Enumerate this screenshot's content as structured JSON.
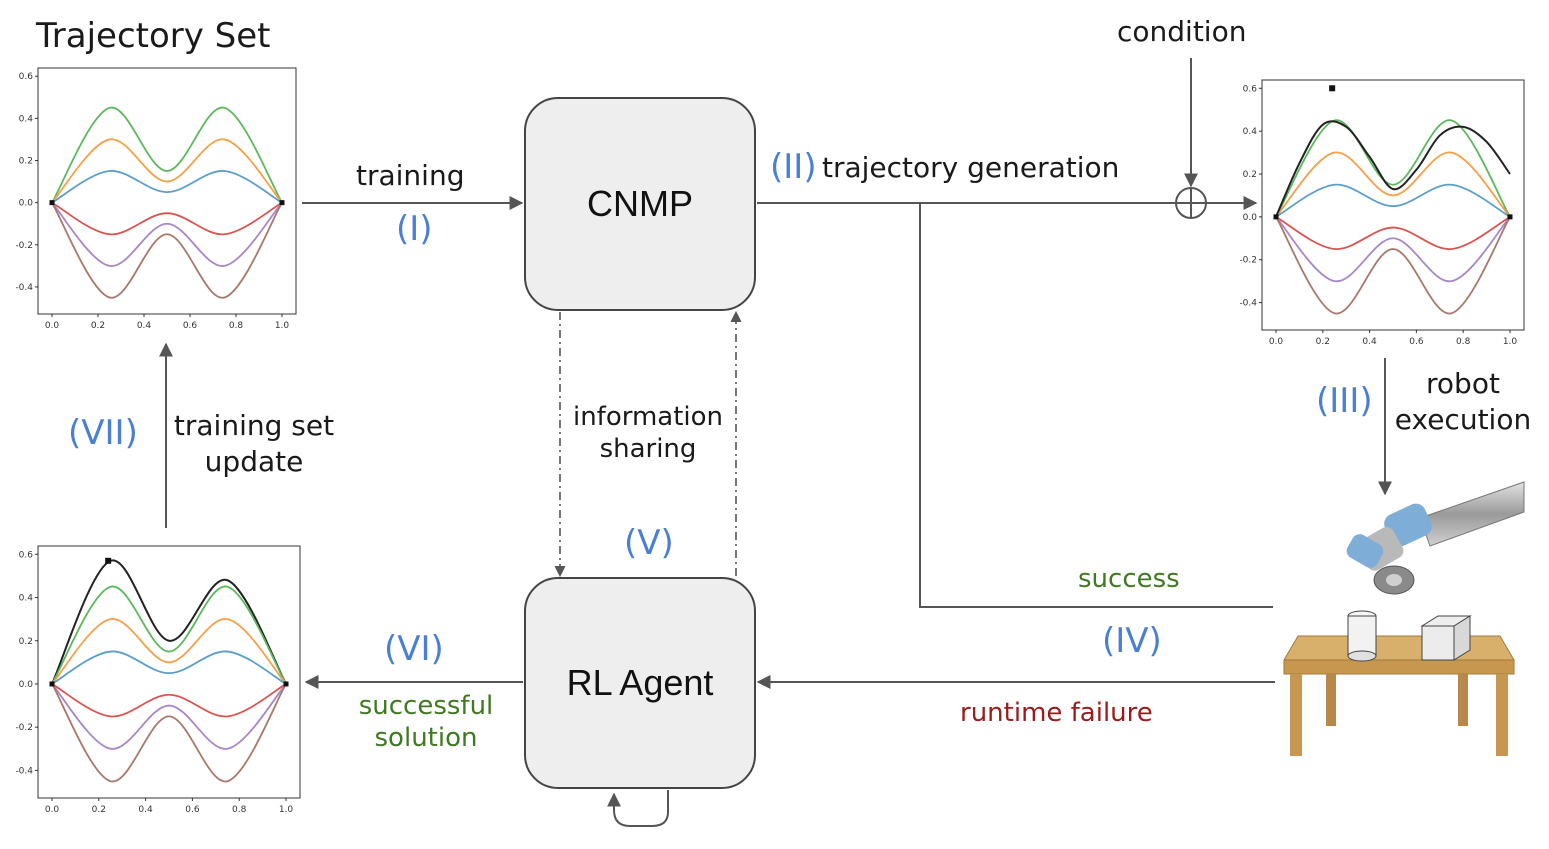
{
  "title": "Trajectory Set",
  "nodes": {
    "cnmp": "CNMP",
    "rl_agent": "RL Agent"
  },
  "labels": {
    "training": "training",
    "step_1": "(I)",
    "step_2": "(II)",
    "trajectory_generation": "trajectory generation",
    "condition": "condition",
    "step_3": "(III)",
    "robot_execution_1": "robot",
    "robot_execution_2": "execution",
    "information_sharing_1": "information",
    "information_sharing_2": "sharing",
    "step_5": "(V)",
    "success": "success",
    "step_4": "(IV)",
    "runtime_failure": "runtime failure",
    "step_6": "(VI)",
    "successful_solution_1": "successful",
    "successful_solution_2": "solution",
    "step_7": "(VII)",
    "training_set_update_1": "training set",
    "training_set_update_2": "update"
  },
  "colors": {
    "step_label": "#4a7fd4",
    "success": "#3f7a22",
    "failure": "#9a1c1c",
    "arrow": "#555555",
    "box_fill": "#eeeeee"
  },
  "chart_data": [
    {
      "type": "line",
      "x": [
        0.0,
        0.25,
        0.5,
        0.75,
        1.0
      ],
      "xticks": [
        "0.0",
        "0.2",
        "0.4",
        "0.6",
        "0.8",
        "1.0"
      ],
      "yticks": [
        "0.6",
        "0.4",
        "0.2",
        "0.0",
        "-0.2",
        "-0.4"
      ],
      "xlim": [
        0,
        1
      ],
      "ylim": [
        -0.5,
        0.62
      ],
      "series": [
        {
          "color": "#5bb85b",
          "values": [
            0.0,
            0.45,
            0.15,
            0.45,
            0.0
          ]
        },
        {
          "color": "#f5a04a",
          "values": [
            0.0,
            0.3,
            0.1,
            0.3,
            0.0
          ]
        },
        {
          "color": "#5a9ec9",
          "values": [
            0.0,
            0.15,
            0.05,
            0.15,
            0.0
          ]
        },
        {
          "color": "#d9534f",
          "values": [
            0.0,
            -0.15,
            -0.05,
            -0.15,
            0.0
          ]
        },
        {
          "color": "#a886c8",
          "values": [
            0.0,
            -0.3,
            -0.1,
            -0.3,
            0.0
          ]
        },
        {
          "color": "#a9786a",
          "values": [
            0.0,
            -0.45,
            -0.15,
            -0.45,
            0.0
          ]
        }
      ]
    },
    {
      "type": "line",
      "x": [
        0.0,
        0.25,
        0.5,
        0.75,
        1.0
      ],
      "xticks": [
        "0.0",
        "0.2",
        "0.4",
        "0.6",
        "0.8",
        "1.0"
      ],
      "yticks": [
        "0.6",
        "0.4",
        "0.2",
        "0.0",
        "-0.2",
        "-0.4"
      ],
      "xlim": [
        0,
        1
      ],
      "ylim": [
        -0.5,
        0.62
      ],
      "condition_point": [
        0.24,
        0.6
      ],
      "series": [
        {
          "color": "#5bb85b",
          "values": [
            0.0,
            0.45,
            0.15,
            0.45,
            0.0
          ]
        },
        {
          "color": "#f5a04a",
          "values": [
            0.0,
            0.3,
            0.1,
            0.3,
            0.0
          ]
        },
        {
          "color": "#5a9ec9",
          "values": [
            0.0,
            0.15,
            0.05,
            0.15,
            0.0
          ]
        },
        {
          "color": "#d9534f",
          "values": [
            0.0,
            -0.15,
            -0.05,
            -0.15,
            0.0
          ]
        },
        {
          "color": "#a886c8",
          "values": [
            0.0,
            -0.3,
            -0.1,
            -0.3,
            0.0
          ]
        },
        {
          "color": "#a9786a",
          "values": [
            0.0,
            -0.45,
            -0.15,
            -0.45,
            0.0
          ]
        },
        {
          "color": "#222222",
          "generated": true,
          "x": [
            0.0,
            0.1,
            0.2,
            0.3,
            0.4,
            0.5,
            0.6,
            0.7,
            0.8,
            0.9,
            1.0
          ],
          "values": [
            0.0,
            0.25,
            0.43,
            0.42,
            0.28,
            0.13,
            0.22,
            0.38,
            0.42,
            0.35,
            0.2
          ]
        }
      ]
    },
    {
      "type": "line",
      "x": [
        0.0,
        0.25,
        0.5,
        0.75,
        1.0
      ],
      "xticks": [
        "0.0",
        "0.2",
        "0.4",
        "0.6",
        "0.8",
        "1.0"
      ],
      "yticks": [
        "0.6",
        "0.4",
        "0.2",
        "0.0",
        "-0.2",
        "-0.4"
      ],
      "xlim": [
        0,
        1
      ],
      "ylim": [
        -0.5,
        0.62
      ],
      "condition_point": [
        0.24,
        0.57
      ],
      "series": [
        {
          "color": "#222222",
          "values": [
            0.0,
            0.57,
            0.2,
            0.48,
            0.0
          ]
        },
        {
          "color": "#5bb85b",
          "values": [
            0.0,
            0.45,
            0.15,
            0.45,
            0.0
          ]
        },
        {
          "color": "#f5a04a",
          "values": [
            0.0,
            0.3,
            0.1,
            0.3,
            0.0
          ]
        },
        {
          "color": "#5a9ec9",
          "values": [
            0.0,
            0.15,
            0.05,
            0.15,
            0.0
          ]
        },
        {
          "color": "#d9534f",
          "values": [
            0.0,
            -0.15,
            -0.05,
            -0.15,
            0.0
          ]
        },
        {
          "color": "#a886c8",
          "values": [
            0.0,
            -0.3,
            -0.1,
            -0.3,
            0.0
          ]
        },
        {
          "color": "#a9786a",
          "values": [
            0.0,
            -0.45,
            -0.15,
            -0.45,
            0.0
          ]
        }
      ]
    }
  ]
}
